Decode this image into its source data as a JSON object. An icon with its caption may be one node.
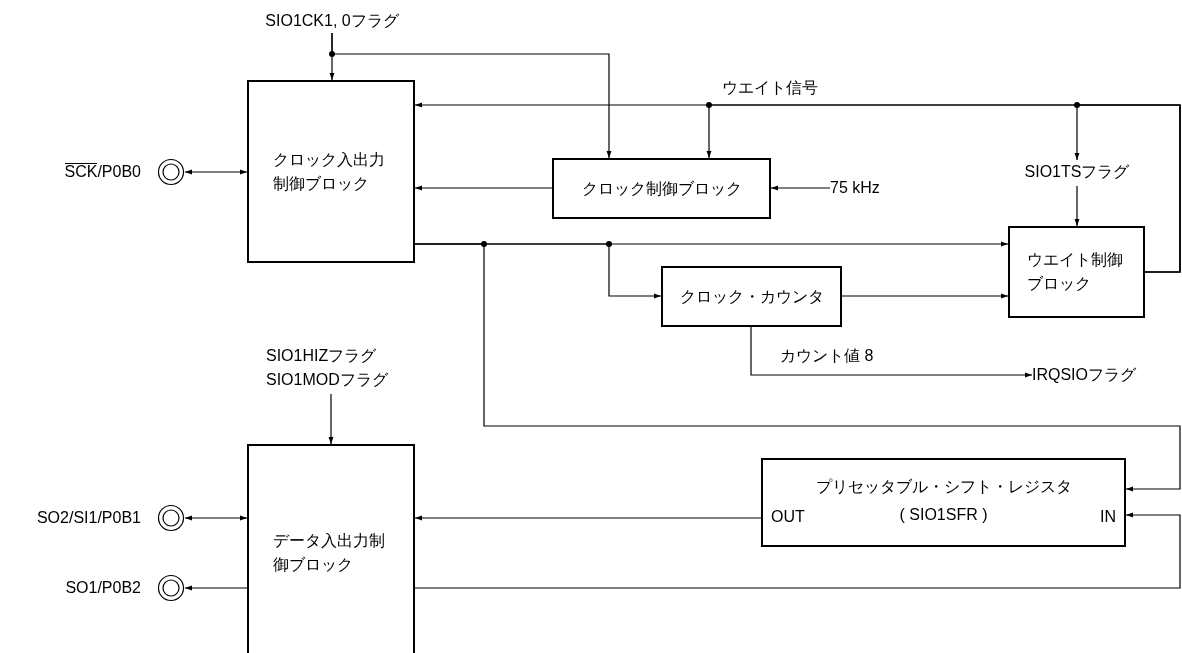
{
  "diagram": {
    "nodes": [
      {
        "text": [
          "SIO1CK1, 0フラグ"
        ]
      },
      {
        "text": [
          "クロック入出力制御ブロック"
        ]
      },
      {
        "text": [
          "SCK/P0B0"
        ]
      },
      {
        "text": [
          "クロック制御ブロック"
        ]
      },
      {
        "text": [
          "75 kHz"
        ]
      },
      {
        "text": [
          "SIO1TSフラグ"
        ]
      },
      {
        "text": [
          "ウエイト制御ブロック"
        ]
      },
      {
        "text": [
          "クロック・カウンタ"
        ]
      },
      {
        "text": [
          "IRQSIOフラグ"
        ]
      },
      {
        "text": [
          "SIO1HIZフラグ SIO1MODフラグ"
        ]
      },
      {
        "text": [
          "データ入出力制御ブロック"
        ]
      },
      {
        "text": [
          "SO2/SI1/P0B1"
        ]
      },
      {
        "text": [
          "SO1/P0B2"
        ]
      },
      {
        "text": [
          "プリセッタブル・シフト・レジスタ",
          "OUT",
          "( SIO1SFR )",
          "IN"
        ]
      }
    ],
    "edges": [
      {
        "from": 0,
        "to": 1,
        "arrow": "to"
      },
      {
        "from": 0,
        "to": 3,
        "arrow": "to"
      },
      {
        "from": 2,
        "to": 1,
        "arrow": "both"
      },
      {
        "from": 3,
        "to": 1,
        "arrow": "to"
      },
      {
        "from": 4,
        "to": 3,
        "arrow": "to"
      },
      {
        "from": 6,
        "to": 1,
        "arrow": "to",
        "label": "ウエイト信号"
      },
      {
        "from": 6,
        "to": 3,
        "arrow": "to"
      },
      {
        "from": 6,
        "to": 5,
        "arrow": "to"
      },
      {
        "from": 5,
        "to": 6,
        "arrow": "to"
      },
      {
        "from": 1,
        "to": 6,
        "arrow": "to"
      },
      {
        "from": 1,
        "to": 7,
        "arrow": "to"
      },
      {
        "from": 1,
        "to": 13,
        "arrow": "to"
      },
      {
        "from": 7,
        "to": 6,
        "arrow": "to"
      },
      {
        "from": 7,
        "to": 8,
        "arrow": "to",
        "label": "カウント値 8"
      },
      {
        "from": 9,
        "to": 10,
        "arrow": "to"
      },
      {
        "from": 11,
        "to": 10,
        "arrow": "both"
      },
      {
        "from": 10,
        "to": 12,
        "arrow": "to"
      },
      {
        "from": 13,
        "to": 10,
        "arrow": "to"
      },
      {
        "from": 10,
        "to": 13,
        "arrow": "to"
      }
    ]
  }
}
